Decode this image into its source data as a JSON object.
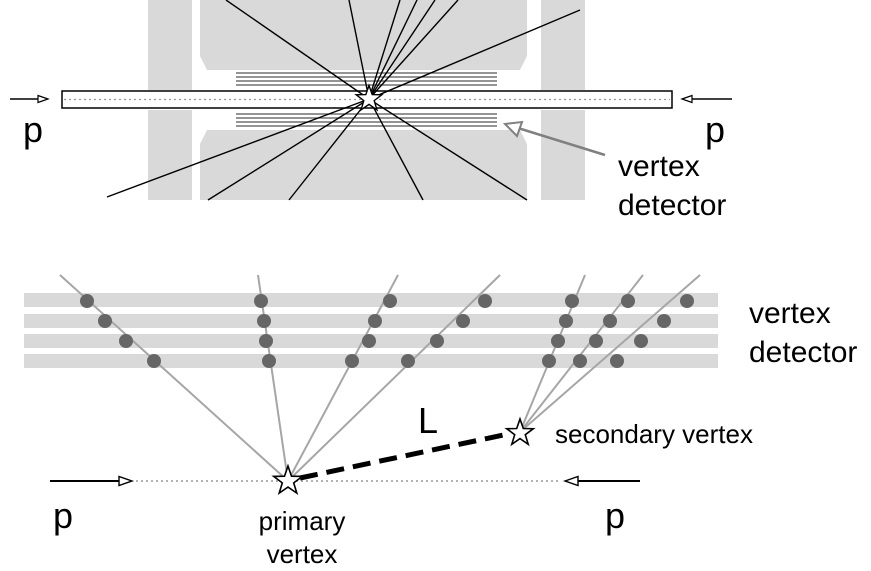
{
  "top_panel": {
    "beam_label_left": "p",
    "beam_label_right": "p",
    "detector_label_line1": "vertex",
    "detector_label_line2": "detector"
  },
  "bottom_panel": {
    "detector_label_line1": "vertex",
    "detector_label_line2": "detector",
    "decay_length_label": "L",
    "secondary_vertex_label": "secondary vertex",
    "primary_vertex_label_line1": "primary",
    "primary_vertex_label_line2": "vertex",
    "beam_label_left": "p",
    "beam_label_right": "p"
  },
  "colors": {
    "detector_gray": "#d9d9d9",
    "hit_gray": "#666666",
    "track_gray": "#a6a6a6",
    "arrow_gray": "#808080",
    "ink": "#000000"
  }
}
